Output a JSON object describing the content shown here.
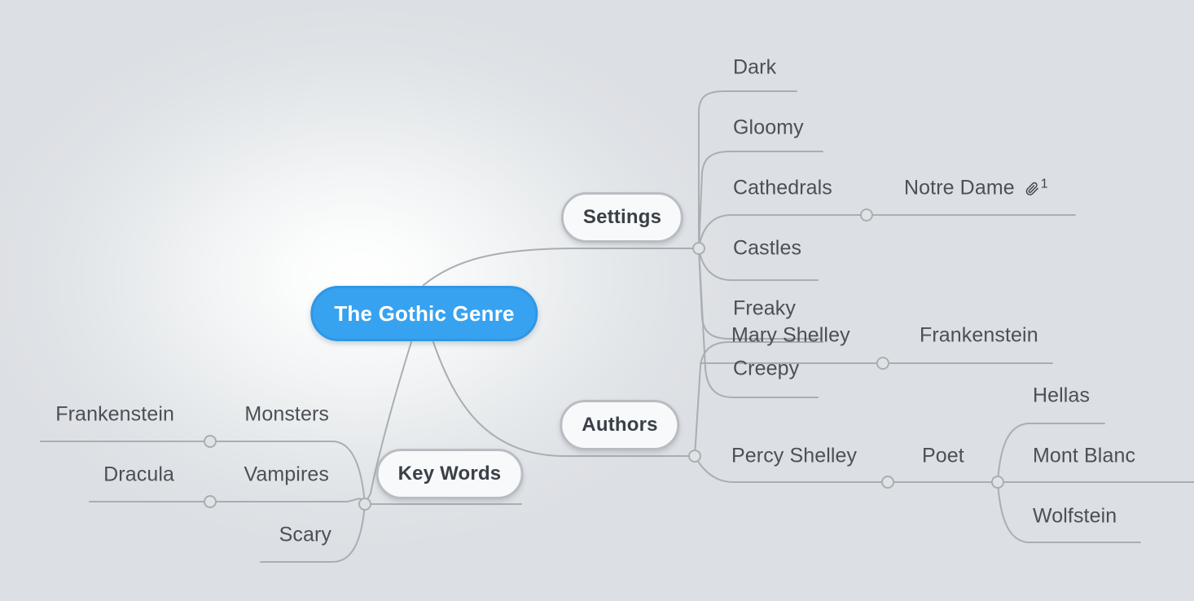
{
  "title": "The Gothic Genre",
  "theme": {
    "background": "#dcdfe3",
    "center_glow": "#ffffff",
    "root_fill": "#37a2f0",
    "root_border": "#2e97e6",
    "root_text": "#ffffff",
    "branch_fill": "#f7f9fb",
    "branch_border": "#b9bdc2",
    "branch_text": "#3a4046",
    "leaf_text": "#4a5056",
    "wire": "#a9aeb3"
  },
  "root": {
    "label": "The Gothic Genre"
  },
  "branches": {
    "settings": {
      "label": "Settings"
    },
    "authors": {
      "label": "Authors"
    },
    "keywords": {
      "label": "Key Words"
    }
  },
  "nodes": {
    "dark": "Dark",
    "gloomy": "Gloomy",
    "cathedrals": "Cathedrals",
    "notre_dame": "Notre Dame",
    "notre_dame_attachments": "1",
    "castles": "Castles",
    "freaky": "Freaky",
    "creepy": "Creepy",
    "mary_shelley": "Mary Shelley",
    "frankenstein_book": "Frankenstein",
    "percy_shelley": "Percy Shelley",
    "poet": "Poet",
    "hellas": "Hellas",
    "mont_blanc": "Mont Blanc",
    "wolfstein": "Wolfstein",
    "monsters": "Monsters",
    "frankenstein_kw": "Frankenstein",
    "vampires": "Vampires",
    "dracula": "Dracula",
    "scary": "Scary"
  },
  "icons": {
    "attachment": "paperclip-icon"
  }
}
